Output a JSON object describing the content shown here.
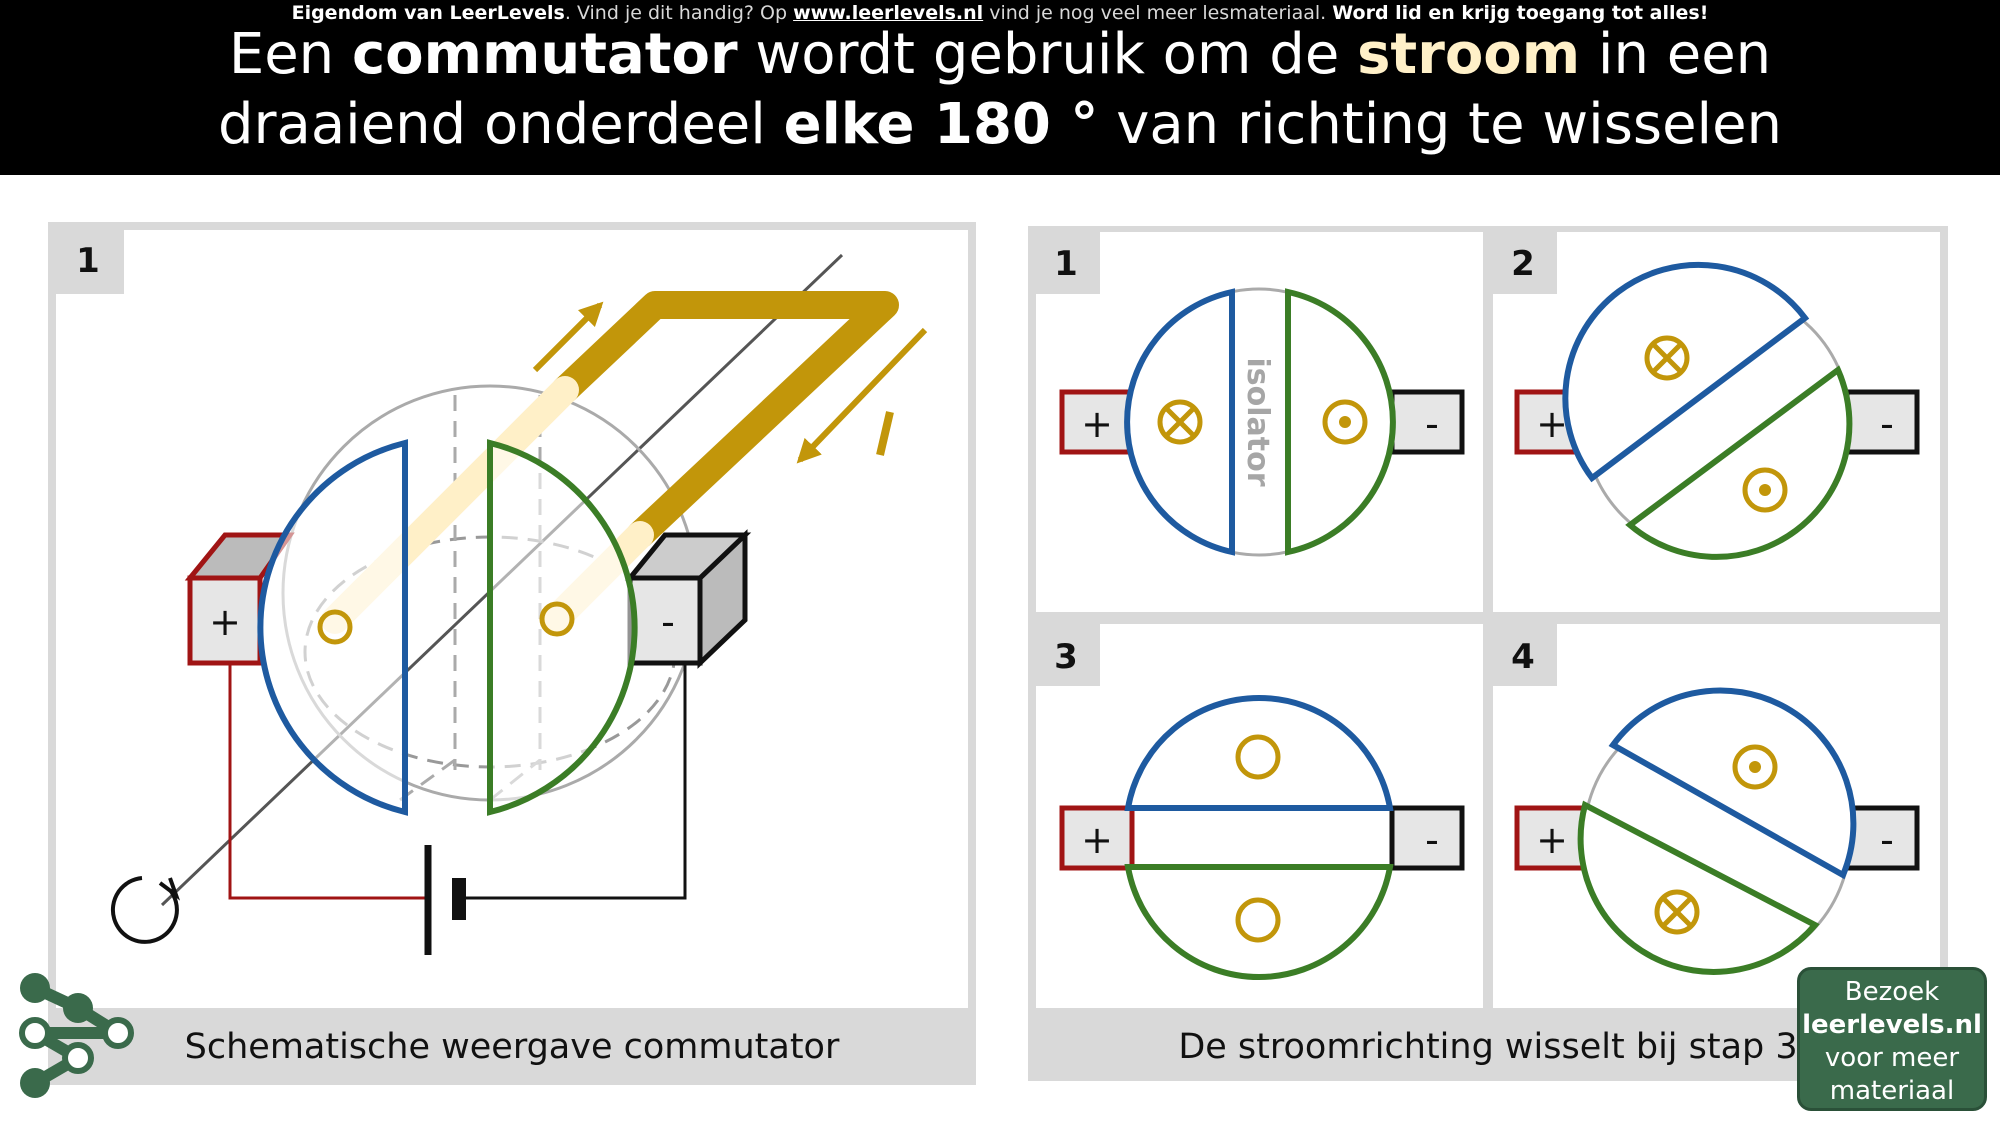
{
  "header": {
    "notice_bold_1": "Eigendom van LeerLevels",
    "notice_text_1": ". Vind je dit handig? Op ",
    "notice_link": "www.leerlevels.nl",
    "notice_text_2": " vind je nog veel meer lesmateriaal. ",
    "notice_bold_2": "Word lid en krijg toegang tot alles!",
    "title": {
      "t1": "Een ",
      "b1": "commutator",
      "t2": " wordt gebruik om de ",
      "h1": "stroom",
      "t3": " in een",
      "t4": "draaiend onderdeel ",
      "b2": "elke 180 °",
      "t5": " van richting te wisselen"
    }
  },
  "left_panel": {
    "step": "1",
    "plus": "+",
    "minus": "-",
    "caption": "Schematische weergave commutator"
  },
  "right_panel": {
    "steps": [
      "1",
      "2",
      "3",
      "4"
    ],
    "plus": "+",
    "minus": "-",
    "isolator": "isolator",
    "caption": "De stroomrichting wisselt bij stap 3"
  },
  "visit_badge": {
    "line1": "Bezoek",
    "line2": "leerlevels.nl",
    "line3": "voor meer",
    "line4": "materiaal"
  },
  "colors": {
    "blue": "#1e5aa0",
    "green": "#3b7d26",
    "gold": "#c2960a",
    "red": "#a01414",
    "logo_green": "#3a6a4b"
  }
}
